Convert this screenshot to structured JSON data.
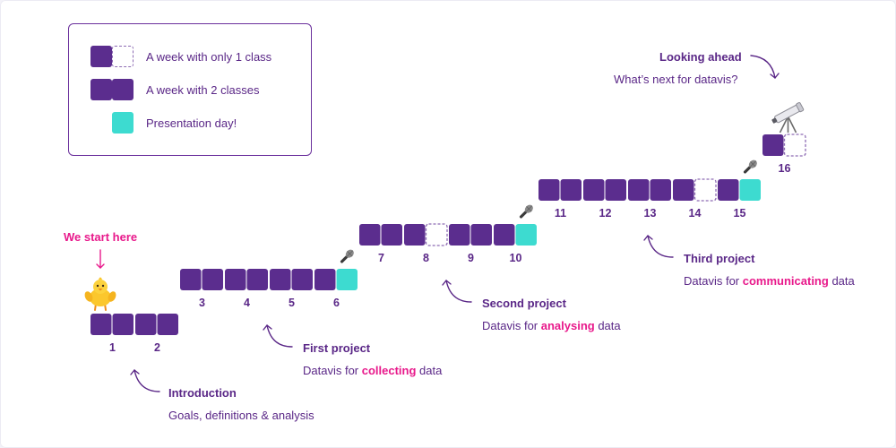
{
  "legend": {
    "one_class": "A week with only 1 class",
    "two_classes": "A week with 2 classes",
    "presentation": "Presentation day!"
  },
  "colors": {
    "class": "#5b2d8e",
    "empty_outline": "#8d6bb3",
    "presentation": "#3ddbd0",
    "highlight": "#e8198b",
    "text": "#5a2787"
  },
  "start_label": "We start here",
  "weeks": [
    {
      "label": "1",
      "cells": [
        "full",
        "full"
      ]
    },
    {
      "label": "2",
      "cells": [
        "full",
        "full"
      ]
    },
    {
      "label": "3",
      "cells": [
        "full",
        "full"
      ]
    },
    {
      "label": "4",
      "cells": [
        "full",
        "full"
      ]
    },
    {
      "label": "5",
      "cells": [
        "full",
        "full"
      ]
    },
    {
      "label": "6",
      "cells": [
        "full",
        "present"
      ],
      "icon": "microphone-icon"
    },
    {
      "label": "7",
      "cells": [
        "full",
        "full"
      ]
    },
    {
      "label": "8",
      "cells": [
        "full",
        "empty"
      ]
    },
    {
      "label": "9",
      "cells": [
        "full",
        "full"
      ]
    },
    {
      "label": "10",
      "cells": [
        "full",
        "present"
      ],
      "icon": "microphone-icon"
    },
    {
      "label": "11",
      "cells": [
        "full",
        "full"
      ]
    },
    {
      "label": "12",
      "cells": [
        "full",
        "full"
      ]
    },
    {
      "label": "13",
      "cells": [
        "full",
        "full"
      ]
    },
    {
      "label": "14",
      "cells": [
        "full",
        "empty"
      ]
    },
    {
      "label": "15",
      "cells": [
        "full",
        "present"
      ],
      "icon": "microphone-icon"
    },
    {
      "label": "16",
      "cells": [
        "full",
        "empty"
      ],
      "icon": "telescope-icon"
    }
  ],
  "sections": {
    "intro": {
      "title": "Introduction",
      "desc": "Goals, definitions & analysis"
    },
    "first": {
      "title": "First project",
      "desc_pre": "Datavis for ",
      "desc_emph": "collecting",
      "desc_post": " data"
    },
    "second": {
      "title": "Second project",
      "desc_pre": "Datavis for ",
      "desc_emph": "analysing",
      "desc_post": " data"
    },
    "third": {
      "title": "Third project",
      "desc_pre": "Datavis for ",
      "desc_emph": "communicating",
      "desc_post": " data"
    },
    "ahead": {
      "title": "Looking ahead",
      "desc": "What’s next for datavis?"
    }
  },
  "icons": {
    "chick": "baby-chick-icon",
    "microphone": "microphone-icon",
    "telescope": "telescope-icon",
    "arrow": "curved-arrow-icon"
  }
}
